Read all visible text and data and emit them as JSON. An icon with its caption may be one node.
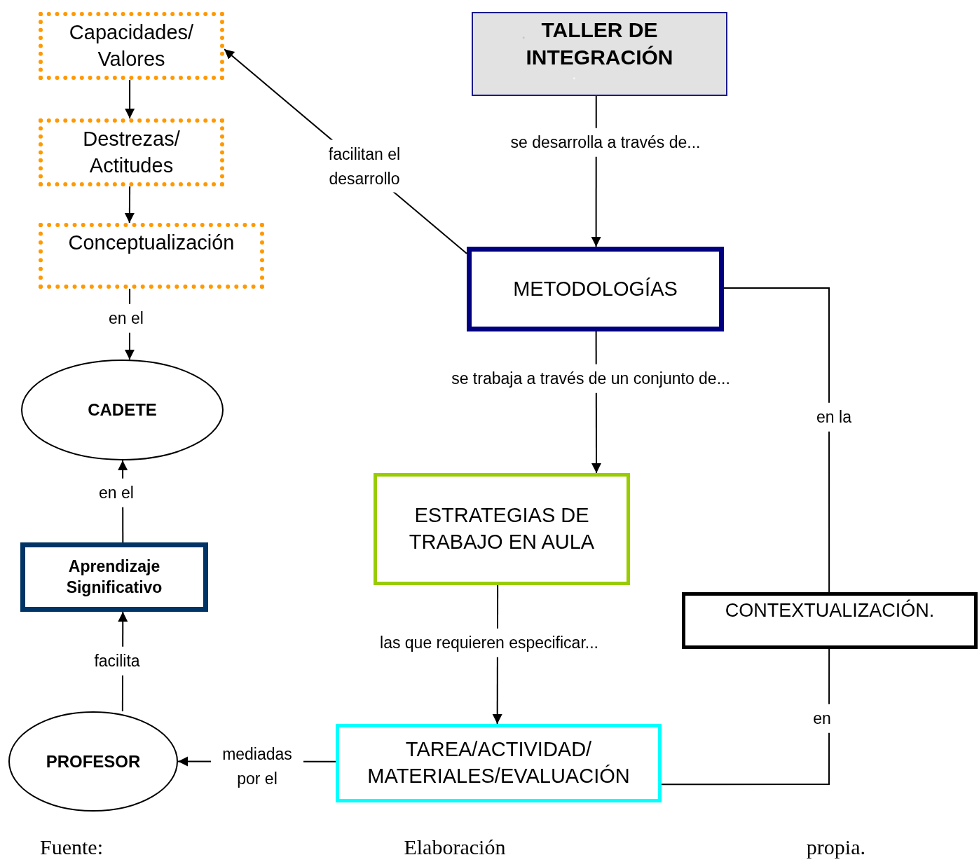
{
  "diagram": {
    "caption": "Fuente: Elaboración propia.",
    "nodes": [
      {
        "text": [
          "TALLER DE INTEGRACIÓN"
        ]
      },
      {
        "text": [
          "Capacidades/ Valores"
        ]
      },
      {
        "text": [
          "Destrezas/ Actitudes"
        ]
      },
      {
        "text": [
          "Conceptualización"
        ]
      },
      {
        "text": [
          "METODOLOGÍAS"
        ]
      },
      {
        "text": [
          "CADETE"
        ]
      },
      {
        "text": [
          "ESTRATEGIAS DE TRABAJO EN AULA"
        ]
      },
      {
        "text": [
          "Aprendizaje Significativo"
        ]
      },
      {
        "text": [
          "CONTEXTUALIZACIÓN."
        ]
      },
      {
        "text": [
          "PROFESOR"
        ]
      },
      {
        "text": [
          "TAREA/ACTIVIDAD/ MATERIALES/EVALUACIÓN"
        ]
      }
    ],
    "edges": [
      {
        "from": 0,
        "to": 4,
        "arrow": "to",
        "label": "se desarrolla a través de..."
      },
      {
        "from": 4,
        "to": 1,
        "arrow": "to",
        "label": "facilitan el desarrollo"
      },
      {
        "from": 1,
        "to": 2,
        "arrow": "to"
      },
      {
        "from": 2,
        "to": 3,
        "arrow": "to"
      },
      {
        "from": 3,
        "to": 5,
        "arrow": "to",
        "label": "en el"
      },
      {
        "from": 7,
        "to": 5,
        "arrow": "to",
        "label": "en el"
      },
      {
        "from": 9,
        "to": 7,
        "arrow": "to",
        "label": "facilita"
      },
      {
        "from": 10,
        "to": 9,
        "arrow": "to",
        "label": "mediadas por el"
      },
      {
        "from": 4,
        "to": 6,
        "arrow": "to",
        "label": "se trabaja a través de un conjunto de..."
      },
      {
        "from": 6,
        "to": 10,
        "arrow": "to",
        "label": "las que requieren especificar..."
      },
      {
        "from": 4,
        "to": 8,
        "arrow": "none",
        "label": "en la"
      },
      {
        "from": 8,
        "to": 10,
        "arrow": "none",
        "label": "en"
      }
    ]
  }
}
